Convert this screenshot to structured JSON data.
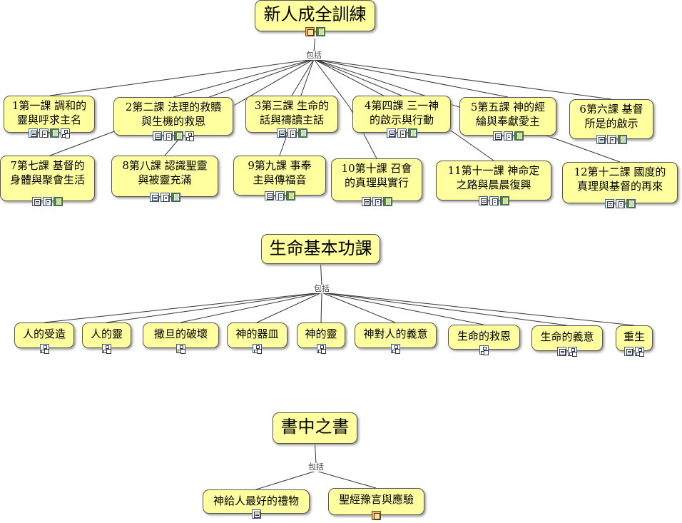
{
  "connector_label": "包括",
  "groups": [
    {
      "root": {
        "label": "新人成全訓練",
        "icons": [
          "sheet-icon",
          "film-icon"
        ]
      },
      "children": [
        {
          "label": "1第一課  調和的\n靈與呼求主名",
          "icons": [
            "doc-icon",
            "note-icon",
            "film-icon",
            "tree-icon"
          ]
        },
        {
          "label": "2第二課  法理的救贖\n與生機的救恩",
          "icons": [
            "doc-icon",
            "note-icon",
            "film-icon",
            "tree-icon"
          ]
        },
        {
          "label": "3第三課  生命的\n話與禱讀主話",
          "icons": [
            "doc-icon",
            "note-icon",
            "film-icon"
          ]
        },
        {
          "label": "4第四課  三一神\n的啟示與行動",
          "icons": [
            "doc-icon",
            "note-icon",
            "film-icon"
          ]
        },
        {
          "label": "5第五課  神的經\n綸與奉獻愛主",
          "icons": [
            "doc-icon",
            "note-icon",
            "film-icon"
          ]
        },
        {
          "label": "6第六課  基督\n所是的啟示",
          "icons": [
            "doc-icon",
            "note-icon",
            "film-icon"
          ]
        },
        {
          "label": "7第七課  基督的\n身體與聚會生活",
          "icons": [
            "doc-icon",
            "note-icon",
            "film-icon"
          ]
        },
        {
          "label": "8第八課  認識聖靈\n與被靈充滿",
          "icons": [
            "doc-icon",
            "note-icon",
            "film-icon"
          ]
        },
        {
          "label": "9第九課  事奉\n主與傳福音",
          "icons": [
            "doc-icon",
            "note-icon",
            "film-icon"
          ]
        },
        {
          "label": "10第十課  召會\n的真理與實行",
          "icons": [
            "doc-icon",
            "note-icon",
            "film-icon"
          ]
        },
        {
          "label": "11第十一課  神命定\n之路與晨晨復興",
          "icons": [
            "doc-icon",
            "note-icon",
            "film-icon"
          ]
        },
        {
          "label": "12第十二課  國度的\n真理與基督的再來",
          "icons": [
            "doc-icon",
            "note-icon",
            "film-icon"
          ]
        }
      ]
    },
    {
      "root": {
        "label": "生命基本功課",
        "icons": []
      },
      "children": [
        {
          "label": "人的受造",
          "icons": [
            "tree-icon"
          ]
        },
        {
          "label": "人的靈",
          "icons": [
            "tree-icon"
          ]
        },
        {
          "label": "撒旦的破壞",
          "icons": [
            "tree-icon"
          ]
        },
        {
          "label": "神的器皿",
          "icons": [
            "tree-icon"
          ]
        },
        {
          "label": "神的靈",
          "icons": [
            "tree-icon"
          ]
        },
        {
          "label": "神對人的義意",
          "icons": [
            "tree-icon"
          ]
        },
        {
          "label": "生命的救恩",
          "icons": [
            "tree-icon"
          ]
        },
        {
          "label": "生命的義意",
          "icons": [
            "doc-icon",
            "tree-icon"
          ]
        },
        {
          "label": "重生",
          "icons": [
            "doc-icon",
            "tree-icon"
          ]
        }
      ]
    },
    {
      "root": {
        "label": "書中之書",
        "icons": []
      },
      "children": [
        {
          "label": "神給人最好的禮物",
          "icons": [
            "doc-icon"
          ]
        },
        {
          "label": "聖經豫言與應驗",
          "icons": [
            "sheet-icon"
          ]
        }
      ]
    }
  ]
}
